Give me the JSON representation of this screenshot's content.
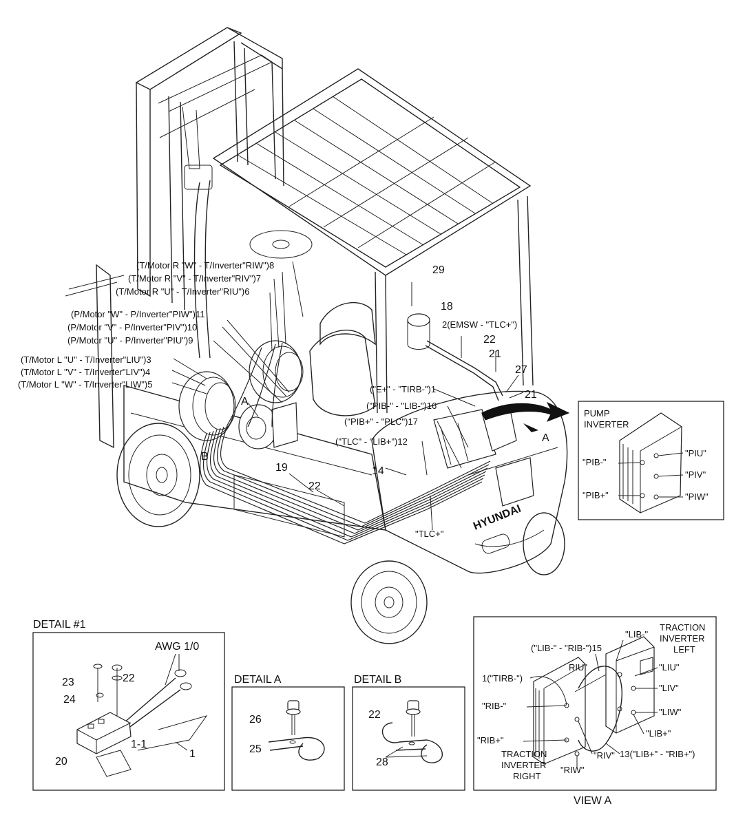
{
  "callouts_motor": {
    "c8": "(T/Motor R \"W\" - T/Inverter\"RIW\")8",
    "c7": "(T/Motor R \"V\" - T/Inverter\"RIV\")7",
    "c6": "(T/Motor R \"U\" - T/Inverter\"RIU\")6",
    "c11": "(P/Motor \"W\" - P/Inverter\"PIW\")11",
    "c10": "(P/Motor \"V\" - P/Inverter\"PIV\")10",
    "c9": "(P/Motor \"U\" - P/Inverter\"PIU\")9",
    "c3": "(T/Motor L \"U\" - T/Inverter\"LIU\")3",
    "c4": "(T/Motor L \"V\" - T/Inverter\"LIV\")4",
    "c5": "(T/Motor L \"W\" - T/Inverter\"LIW\")5"
  },
  "callouts_main": {
    "c29": "29",
    "c18": "18",
    "c2": "2(EMSW - \"TLC+\")",
    "c22a": "22",
    "c21a": "21",
    "c27": "27",
    "c21b": "21",
    "c1": "(\"E+\" - \"TIRB-\")1",
    "c16": "(\"PIB-\" - \"LIB-\")16",
    "c17": "(\"PIB+\" - \"PLC\")17",
    "c12": "(\"TLC\" - \"LIB+\")12",
    "c14": "14",
    "c19": "19",
    "c22b": "22",
    "cA1": "A",
    "cA2": "A",
    "cB": "B",
    "tlc_plus": "\"TLC+\"",
    "brand": "HYUNDAI"
  },
  "pump_inverter": {
    "title1": "PUMP",
    "title2": "INVERTER",
    "pib_minus": "\"PIB-\"",
    "pib_plus": "\"PIB+\"",
    "piu": "\"PIU\"",
    "piv": "\"PIV\"",
    "piw": "\"PIW\""
  },
  "detail1": {
    "title": "DETAIL #1",
    "awg": "AWG 1/0",
    "n23": "23",
    "n22": "22",
    "n24": "24",
    "n1_1": "1-1",
    "n1": "1",
    "n20": "20"
  },
  "detailA": {
    "title": "DETAIL A",
    "n26": "26",
    "n25": "25"
  },
  "detailB": {
    "title": "DETAIL B",
    "n22": "22",
    "n28": "28"
  },
  "viewA": {
    "title": "VIEW A",
    "lib_minus_top": "\"LIB-\"",
    "trac_left1": "TRACTION",
    "trac_left2": "INVERTER",
    "trac_left3": "LEFT",
    "c15": "(\"LIB-\" - \"RIB-\")15",
    "riu": "RIU\"",
    "liu": "\"LIU\"",
    "c1": "1(\"TIRB-\")",
    "liv": "\"LIV\"",
    "rib_minus": "\"RIB-\"",
    "liw": "\"LIW\"",
    "lib_plus": "\"LIB+\"",
    "rib_plus": "\"RIB+\"",
    "c13": "13(\"LIB+\" - \"RIB+\")",
    "riv": "\"RIV\"",
    "riw": "\"RIW\"",
    "trac_right1": "TRACTION",
    "trac_right2": "INVERTER",
    "trac_right3": "RIGHT"
  }
}
